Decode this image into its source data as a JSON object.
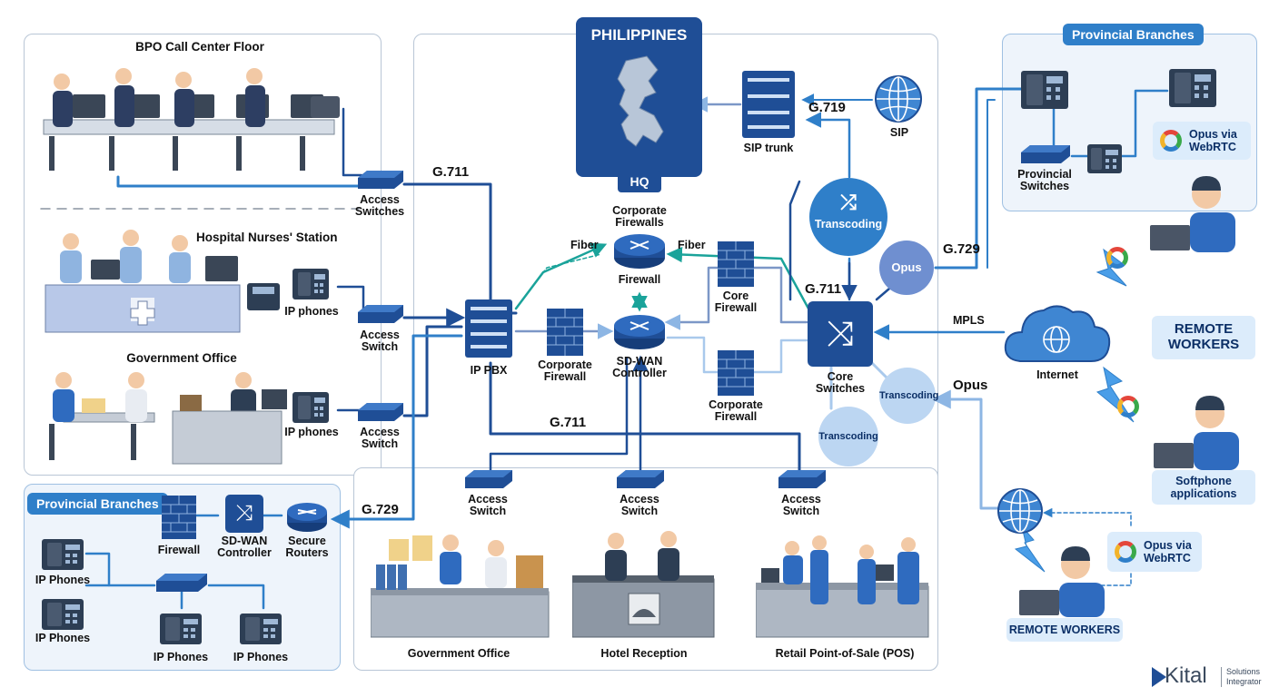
{
  "colors": {
    "navy": "#1f4e96",
    "blue": "#2f7fc9",
    "teal": "#1aa39a",
    "light": "#a9c9ec",
    "panel_border": "#b9c6d6"
  },
  "left": {
    "bpo_title": "BPO Call Center Floor",
    "hospital_title": "Hospital Nurses' Station",
    "gov_title": "Government Office",
    "ip_phones_1": "IP phones",
    "ip_phones_2": "IP phones",
    "access_switches": "Access\nSwitches",
    "access_switch_1": "Access\nSwitch",
    "access_switch_2": "Access\nSwitch"
  },
  "center": {
    "country": "PHILIPPINES",
    "hq": "HQ",
    "sip_trunk": "SIP trunk",
    "sip": "SIP",
    "g719": "G.719",
    "g711_top": "G.711",
    "g711_mid": "G.711",
    "g711_core": "G.711",
    "g729_left": "G.729",
    "g729_right": "G.729",
    "fiber_left": "Fiber",
    "fiber_right": "Fiber",
    "corp_firewalls_title": "Corporate\nFirewalls",
    "firewall": "Firewall",
    "ip_pbx": "IP PBX",
    "corporate_firewall_1": "Corporate\nFirewall",
    "sdwan_controller": "SD-WAN\nController",
    "core_firewall": "Core\nFirewall",
    "corporate_firewall_2": "Corporate\nFirewall",
    "transcoding_1": "Transcoding",
    "transcoding_2": "Transcoding",
    "transcoding_3": "Transcoding",
    "opus_bubble": "Opus",
    "core_switches": "Core\nSwitches",
    "mpls": "MPLS",
    "opus_label": "Opus",
    "internet": "Internet"
  },
  "bottom": {
    "access_switch_a": "Access\nSwitch",
    "access_switch_b": "Access\nSwitch",
    "access_switch_c": "Access\nSwitch",
    "gov_office": "Government Office",
    "hotel": "Hotel Reception",
    "retail": "Retail Point-of-Sale (POS)"
  },
  "branches_left": {
    "title": "Provincial Branches",
    "firewall": "Firewall",
    "sdwan": "SD-WAN\nController",
    "secure_routers": "Secure\nRouters",
    "ip_phones_a": "IP Phones",
    "ip_phones_b": "IP Phones",
    "ip_phones_c": "IP Phones",
    "ip_phones_d": "IP Phones"
  },
  "right": {
    "branches_title": "Provincial Branches",
    "provincial_switches": "Provincial\nSwitches",
    "opus_webrtc_1": "Opus via\nWebRTC",
    "remote_workers_big": "REMOTE\nWORKERS",
    "softphone": "Softphone\napplications",
    "opus_webrtc_2": "Opus via\nWebRTC",
    "remote_workers_small": "REMOTE WORKERS"
  },
  "logo": {
    "name": "Kital",
    "tagline": "Solutions\nIntegrator"
  }
}
